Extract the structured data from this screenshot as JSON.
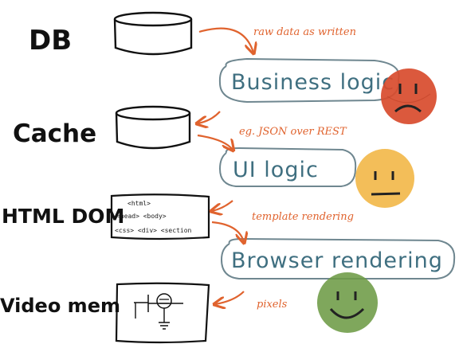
{
  "colors": {
    "ink": "#111111",
    "arrow": "#e0632e",
    "layer_text": "#3f6f80",
    "layer_outline": "#6f8790",
    "sad_face": "#d84b2c",
    "neutral_face": "#f2b84b",
    "happy_face": "#6d9b45"
  },
  "left_labels": [
    "DB",
    "Cache",
    "HTML DOM",
    "Video mem"
  ],
  "layers": [
    "Business logic",
    "UI logic",
    "Browser rendering"
  ],
  "arrow_notes": [
    "raw data as written",
    "eg. JSON over REST",
    "template rendering",
    "pixels"
  ],
  "faces": [
    "sad-face-icon",
    "neutral-face-icon",
    "happy-face-icon"
  ],
  "dom_snippet": {
    "line1": "<html>",
    "line2": "<head> <body>",
    "line3": "<css> <div> <section"
  }
}
